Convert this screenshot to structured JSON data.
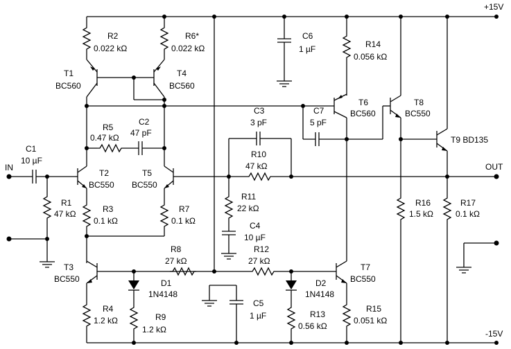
{
  "rails": {
    "positive": "+15V",
    "negative": "-15V"
  },
  "ports": {
    "input": "IN",
    "output": "OUT"
  },
  "components": {
    "R1": {
      "ref": "R1",
      "value": "47 kΩ"
    },
    "R2": {
      "ref": "R2",
      "value": "0.022 kΩ"
    },
    "R3": {
      "ref": "R3",
      "value": "0.1 kΩ"
    },
    "R4": {
      "ref": "R4",
      "value": "1.2 kΩ"
    },
    "R5": {
      "ref": "R5",
      "value": "0.47 kΩ"
    },
    "R6": {
      "ref": "R6*",
      "value": "0.022 kΩ"
    },
    "R7": {
      "ref": "R7",
      "value": "0.1 kΩ"
    },
    "R8": {
      "ref": "R8",
      "value": "27 kΩ"
    },
    "R9": {
      "ref": "R9",
      "value": "1.2 kΩ"
    },
    "R10": {
      "ref": "R10",
      "value": "47 kΩ"
    },
    "R11": {
      "ref": "R11",
      "value": "22 kΩ"
    },
    "R12": {
      "ref": "R12",
      "value": "27 kΩ"
    },
    "R13": {
      "ref": "R13",
      "value": "0.56 kΩ"
    },
    "R14": {
      "ref": "R14",
      "value": "0.056 kΩ"
    },
    "R15": {
      "ref": "R15",
      "value": "0.051 kΩ"
    },
    "R16": {
      "ref": "R16",
      "value": "1.5 kΩ"
    },
    "R17": {
      "ref": "R17",
      "value": "0.1 kΩ"
    },
    "C1": {
      "ref": "C1",
      "value": "10 µF"
    },
    "C2": {
      "ref": "C2",
      "value": "47 pF"
    },
    "C3": {
      "ref": "C3",
      "value": "3 pF"
    },
    "C4": {
      "ref": "C4",
      "value": "10 µF"
    },
    "C5": {
      "ref": "C5",
      "value": "1 µF"
    },
    "C6": {
      "ref": "C6",
      "value": "1 µF"
    },
    "C7": {
      "ref": "C7",
      "value": "5 pF"
    },
    "D1": {
      "ref": "D1",
      "value": "1N4148"
    },
    "D2": {
      "ref": "D2",
      "value": "1N4148"
    },
    "T1": {
      "ref": "T1",
      "value": "BC560"
    },
    "T2": {
      "ref": "T2",
      "value": "BC550"
    },
    "T3": {
      "ref": "T3",
      "value": "BC550"
    },
    "T4": {
      "ref": "T4",
      "value": "BC560"
    },
    "T5": {
      "ref": "T5",
      "value": "BC550"
    },
    "T6": {
      "ref": "T6",
      "value": "BC560"
    },
    "T7": {
      "ref": "T7",
      "value": "BC550"
    },
    "T8": {
      "ref": "T8",
      "value": "BC550"
    },
    "T9": {
      "ref": "T9 BD135"
    }
  }
}
